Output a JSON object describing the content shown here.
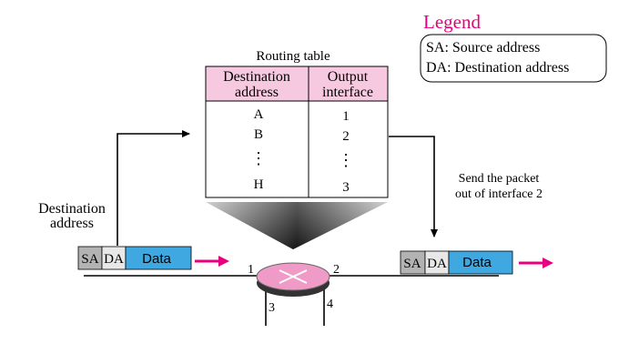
{
  "legend": {
    "title": "Legend",
    "entries": [
      "SA: Source address",
      "DA: Destination address"
    ],
    "title_color": "#e6007e"
  },
  "routing_table": {
    "title": "Routing table",
    "header_destination_line1": "Destination",
    "header_destination_line2": "address",
    "header_output_line1": "Output",
    "header_output_line2": "interface",
    "rows": [
      {
        "destination": "A",
        "interface": "1"
      },
      {
        "destination": "B",
        "interface": "2"
      },
      {
        "destination": "⋮",
        "interface": "⋮"
      },
      {
        "destination": "H",
        "interface": "3"
      }
    ],
    "header_color": "#f7c9e0"
  },
  "annotations": {
    "destination_address_line1": "Destination",
    "destination_address_line2": "address",
    "send_line1": "Send the packet",
    "send_line2": "out of interface 2"
  },
  "incoming_packet": {
    "sa": "SA",
    "da": "DA",
    "data": "Data"
  },
  "outgoing_packet": {
    "sa": "SA",
    "da": "DA",
    "data": "Data"
  },
  "router_ports": [
    "1",
    "2",
    "3",
    "4"
  ],
  "colors": {
    "arrow_pink": "#e6007e",
    "data_blue": "#3fa8e0",
    "sa_gray": "#b3b3b3",
    "da_light": "#e8e8e8",
    "router_fill": "#f09ac8"
  }
}
